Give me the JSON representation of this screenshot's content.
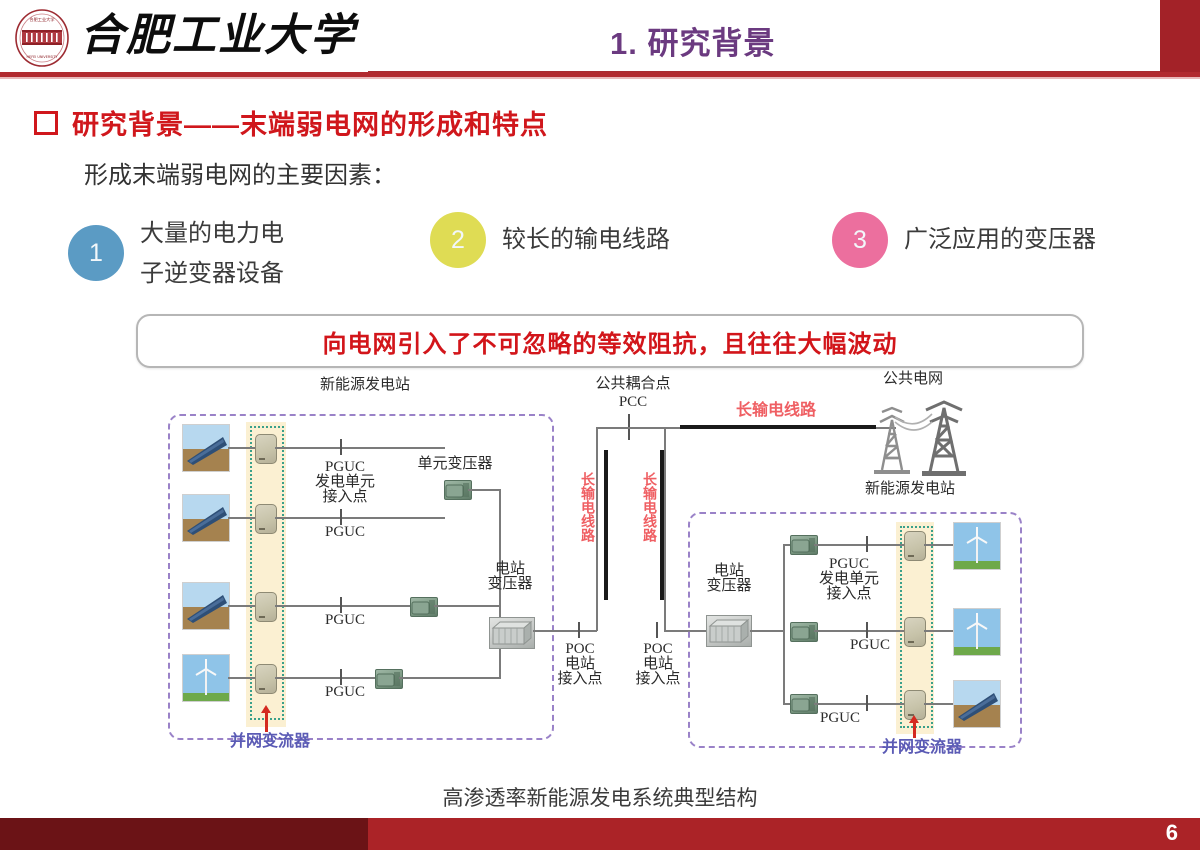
{
  "header": {
    "university_name": "合肥工业大学",
    "logo_alt": "university-seal",
    "section_title": "1. 研究背景"
  },
  "body": {
    "section_heading": "研究背景——末端弱电网的形成和特点",
    "sub_heading": "形成末端弱电网的主要因素：",
    "factors": [
      {
        "number": "1",
        "label": "大量的电力电\n子逆变器设备",
        "color": "#5b9bc4"
      },
      {
        "number": "2",
        "label": "较长的输电线路",
        "color": "#dfdc54"
      },
      {
        "number": "3",
        "label": "广泛应用的变压器",
        "color": "#ec6f9e"
      }
    ],
    "conclusion": "向电网引入了不可忽略的等效阻抗，且往往大幅波动"
  },
  "diagram": {
    "caption": "高渗透率新能源发电系统典型结构",
    "labels": {
      "station_left": "新能源发电站",
      "station_right": "新能源发电站",
      "pcc_title": "公共耦合点",
      "pcc_code": "PCC",
      "public_grid": "公共电网",
      "long_line_h": "长输电线路",
      "long_line_v1": "长输电线路",
      "long_line_v2": "长输电线路",
      "unit_transformer": "单元变压器",
      "station_transformer_left": "电站\n变压器",
      "station_transformer_right": "电站\n变压器",
      "pguc_point_left": "PGUC\n发电单元\n接入点",
      "pguc_point_right": "PGUC\n发电单元\n接入点",
      "pguc": "PGUC",
      "poc_left": "POC\n电站\n接入点",
      "poc_right": "POC\n电站\n接入点",
      "grid_converter_left": "并网变流器",
      "grid_converter_right": "并网变流器"
    },
    "colors": {
      "station_dash": "#9a82c8",
      "converter_band": "#fbf0d2",
      "converter_dotted": "#3aa08a",
      "annotation_red": "#ef5f63",
      "annotation_blue": "#5b5bb5",
      "arrow_red": "#d42a20"
    }
  },
  "footer": {
    "page_number": "6",
    "bar_color_left": "#6b1316",
    "bar_color_right": "#ab2327"
  }
}
